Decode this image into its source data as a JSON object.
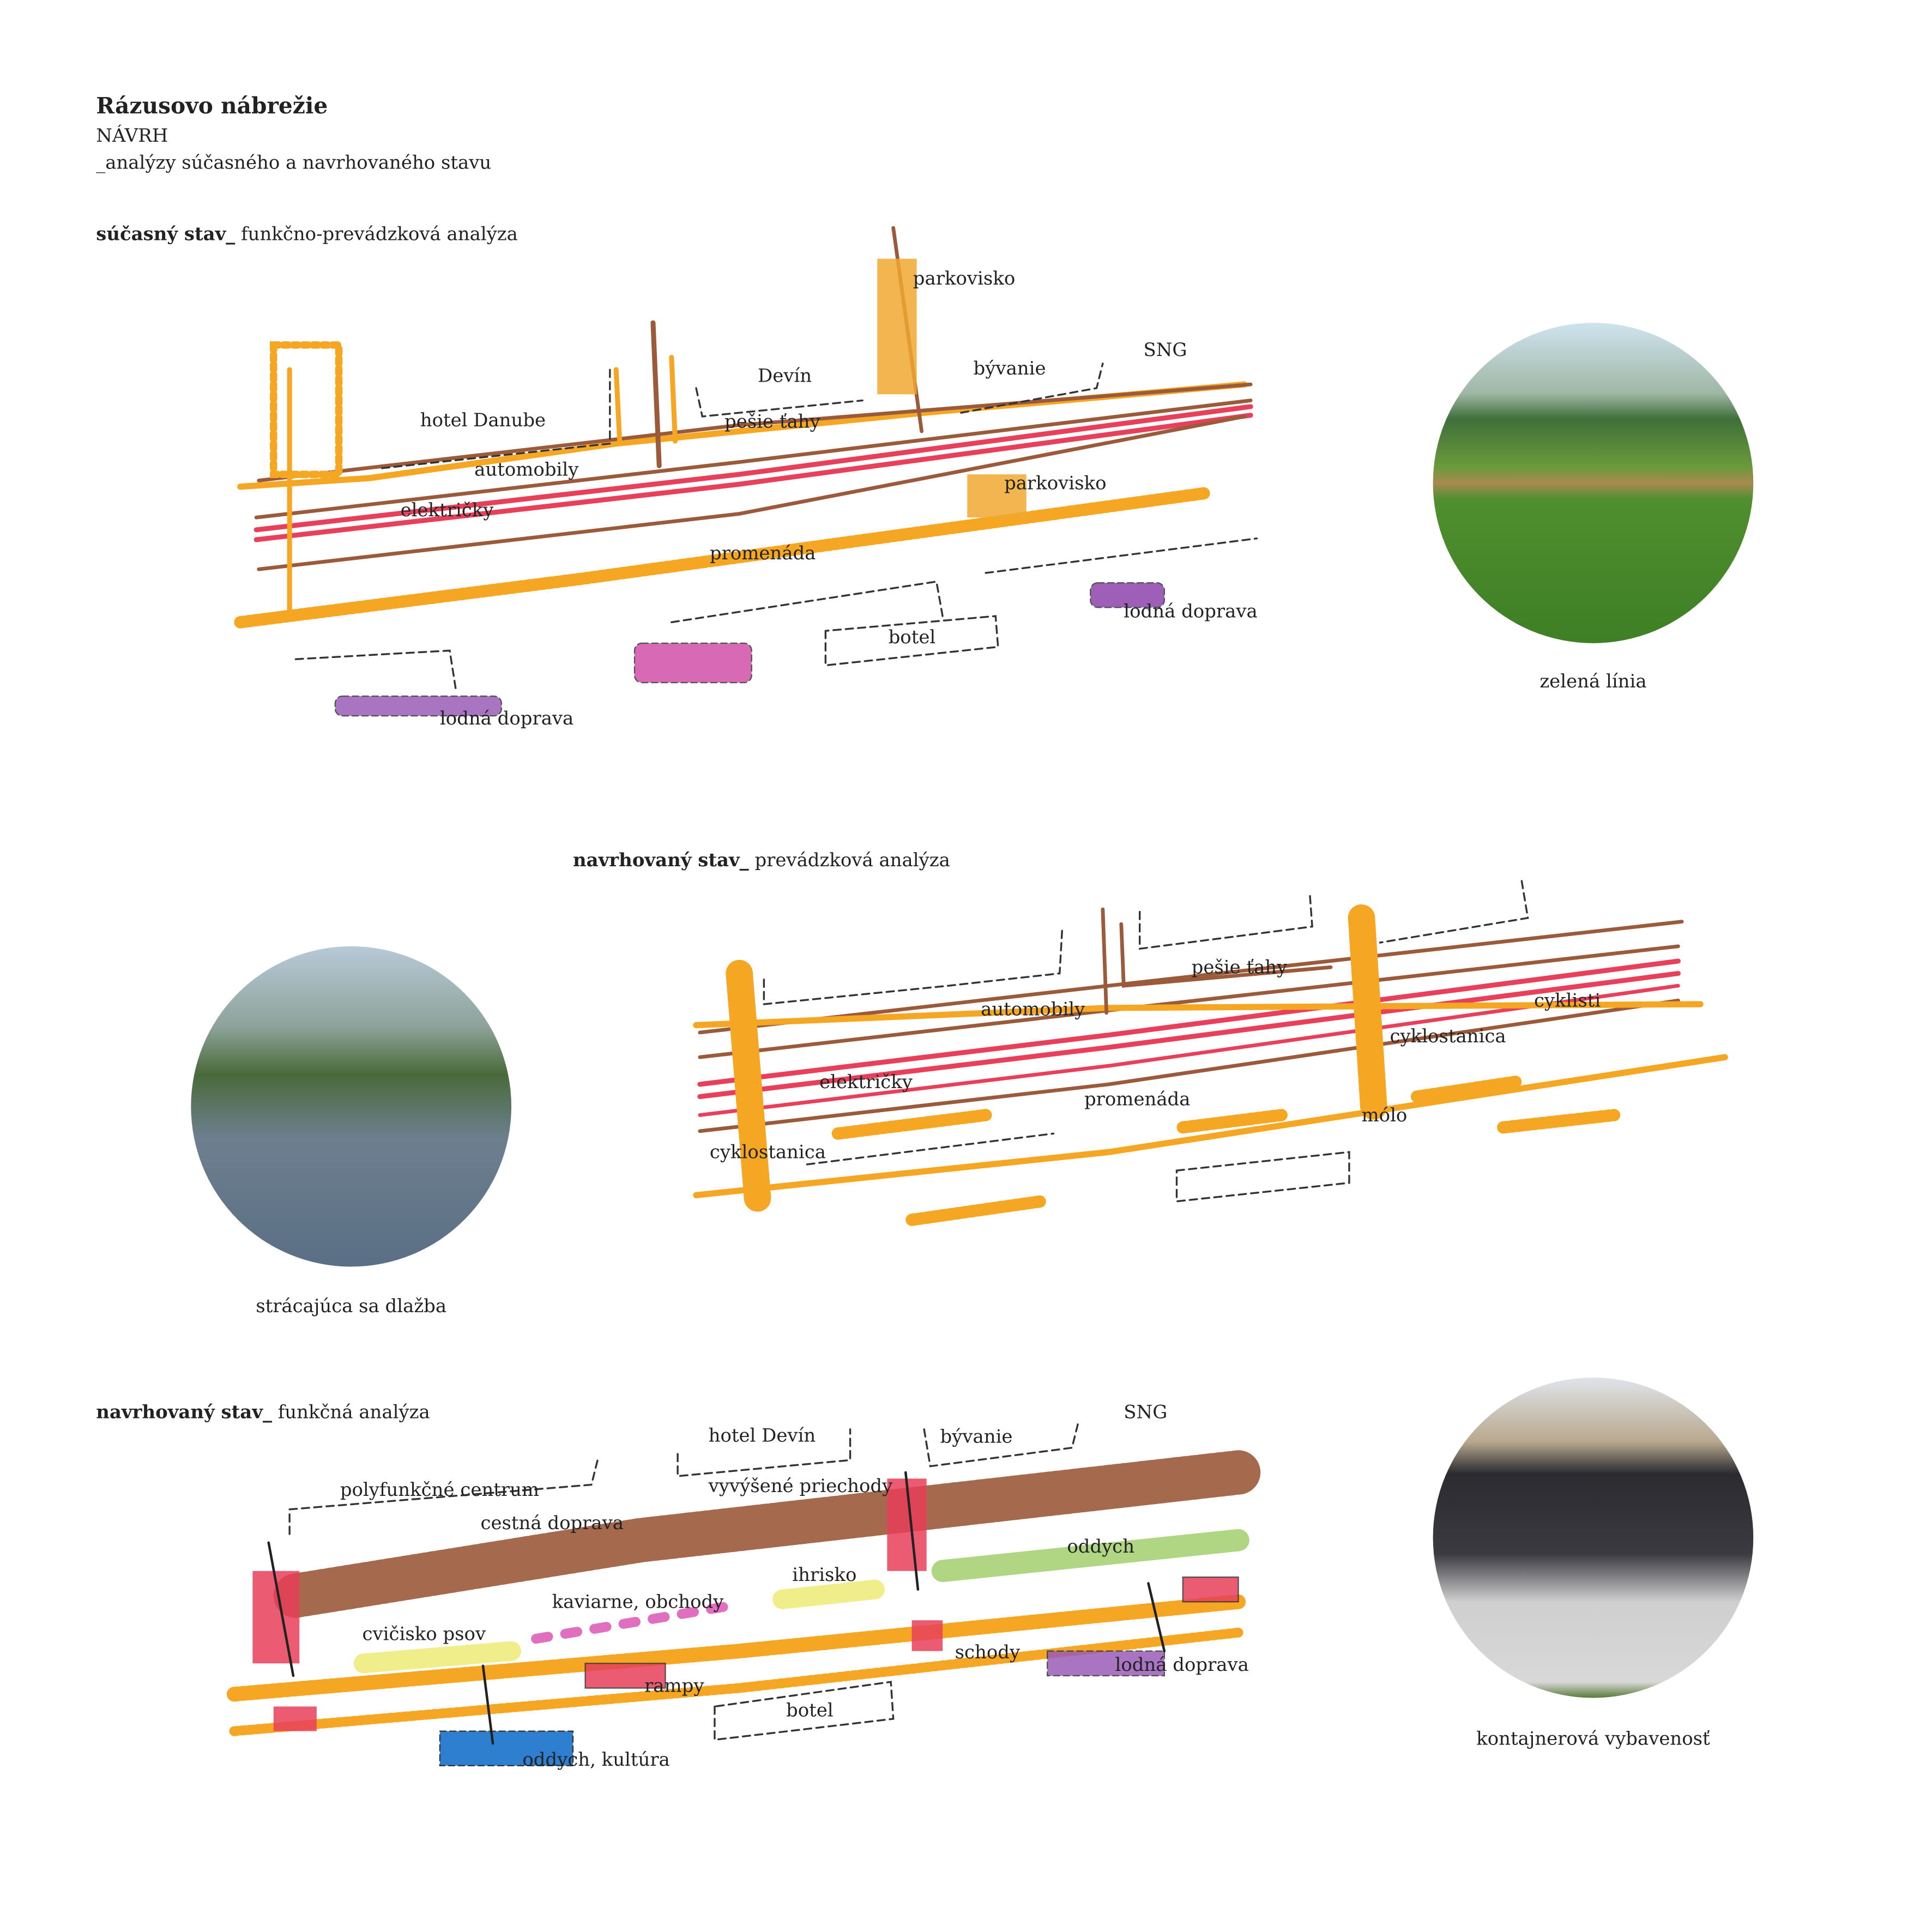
{
  "header": {
    "title": "Rázusovo nábrežie",
    "subtitle": "NÁVRH",
    "description": "_analýzy súčasného a  navrhovaného stavu"
  },
  "sections": [
    {
      "title_bold": "súčasný stav_",
      "title_rest": "funkčno-prevádzková analýza",
      "labels": [
        "parkovisko",
        "bývanie",
        "SNG",
        "Devín",
        "hotel Danube",
        "pešie ťahy",
        "automobily",
        "električky",
        "parkovisko",
        "promenáda",
        "botel",
        "lodná doprava",
        "lodná doprava"
      ]
    },
    {
      "title_bold": "navrhovaný stav_",
      "title_rest": "prevádzková analýza",
      "labels": [
        "pešie ťahy",
        "cyklisti",
        "automobily",
        "cyklostanica",
        "električky",
        "promenáda",
        "mólo",
        "cyklostanica"
      ]
    },
    {
      "title_bold": "navrhovaný stav_",
      "title_rest": "funkčná analýza",
      "labels": [
        "hotel Devín",
        "bývanie",
        "SNG",
        "polyfunkčné centrum",
        "vyvýšené priechody",
        "cestná doprava",
        "oddych",
        "ihrisko",
        "kaviarne, obchody",
        "cvičisko psov",
        "schody",
        "lodná doprava",
        "rampy",
        "botel",
        "oddych, kultúra"
      ]
    }
  ],
  "photos": [
    {
      "caption": "zelená línia"
    },
    {
      "caption": "strácajúca sa dlažba"
    },
    {
      "caption": "kontajnerová vybavenosť"
    }
  ],
  "colors": {
    "orange": "#f5a623",
    "brown": "#9b5a3a",
    "red": "#e8405a",
    "purple": "#8e44ad",
    "magenta": "#d24fa8",
    "green": "#9ccc65",
    "yellow": "#f0ee8a",
    "blue": "#2f7fd0"
  }
}
